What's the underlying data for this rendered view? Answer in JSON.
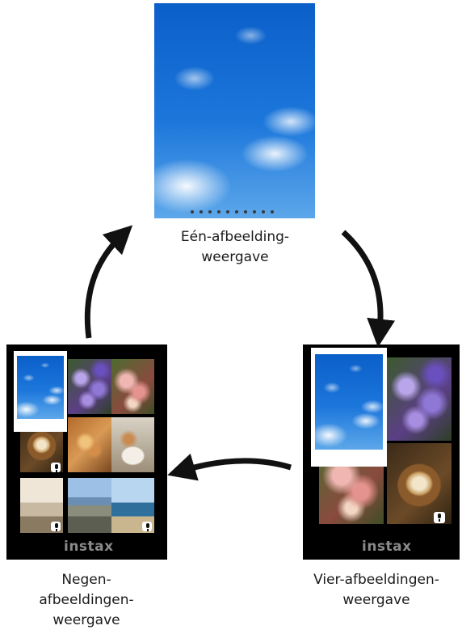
{
  "views": {
    "single": {
      "label_line1": "Eén-afbeelding-",
      "label_line2": "weergave",
      "page_dot_count": 10
    },
    "four": {
      "label_line1": "Vier-afbeeldingen-",
      "label_line2": "weergave",
      "brand": "instax"
    },
    "nine": {
      "label_line1": "Negen-",
      "label_line2": "afbeeldingen-",
      "label_line3": "weergave",
      "brand": "instax"
    }
  },
  "icons": [
    "microphone-icon",
    "arrow-icon"
  ],
  "colors": {
    "screen_bg": "#000000",
    "arrow": "#111111",
    "label": "#1a1a1a"
  }
}
